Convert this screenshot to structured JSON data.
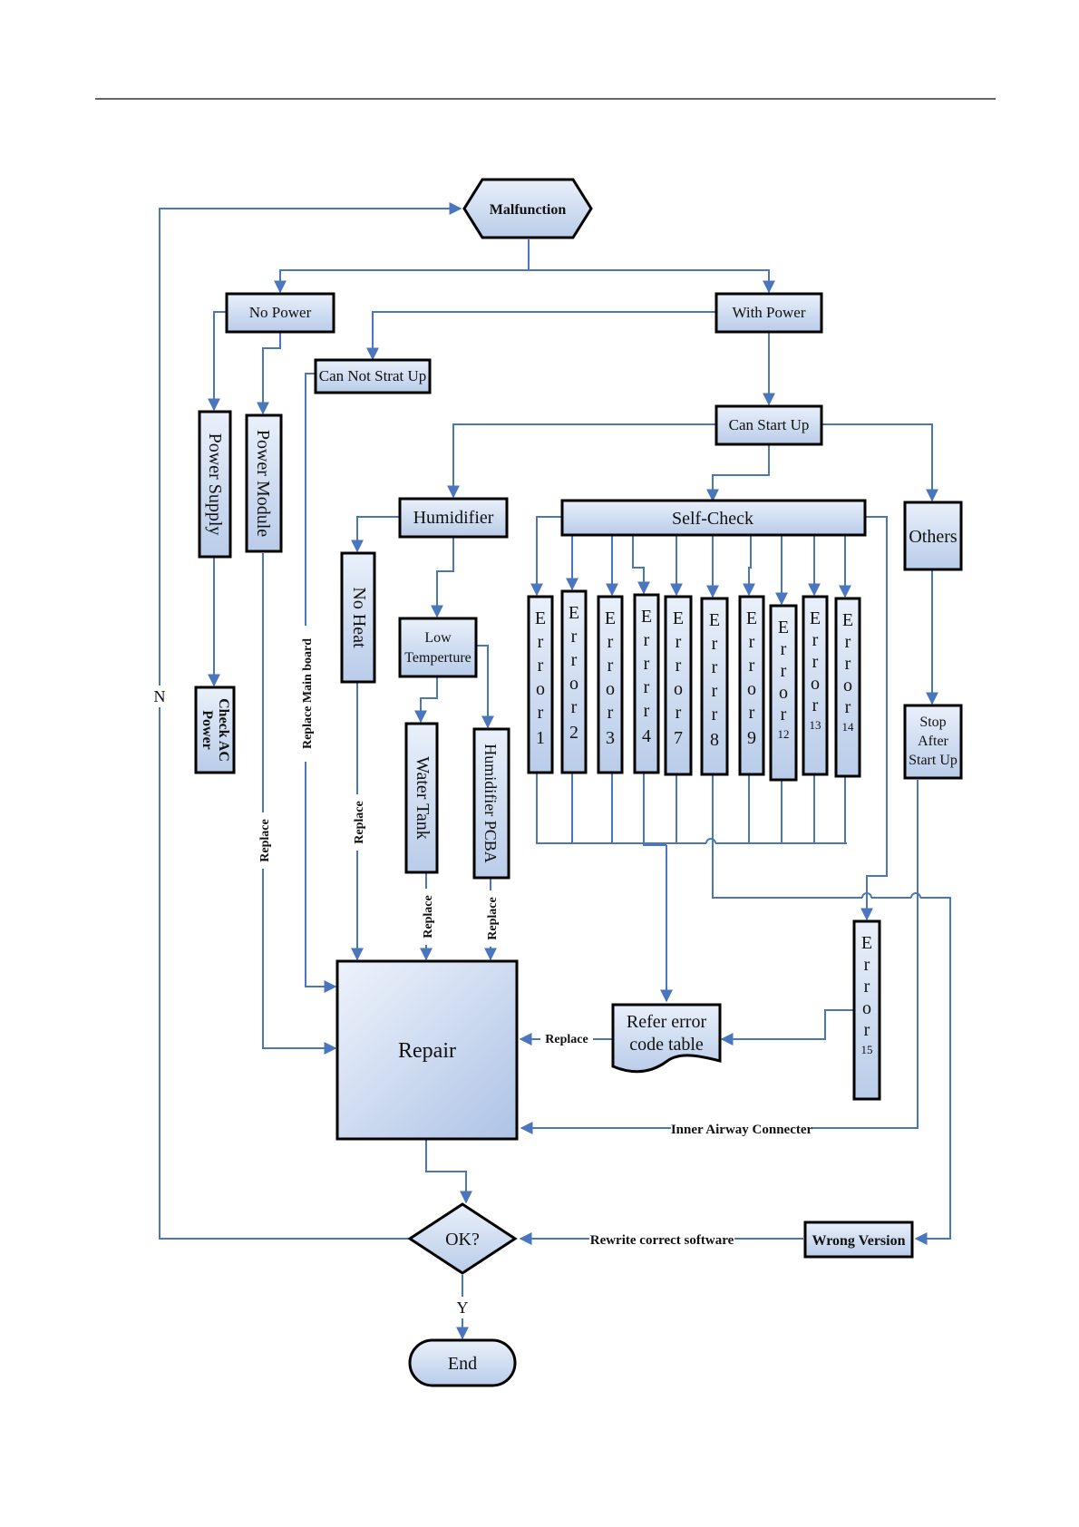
{
  "nodes": {
    "malfunction": "Malfunction",
    "no_power": "No Power",
    "with_power": "With Power",
    "can_not_start_up": "Can Not Strat Up",
    "can_start_up": "Can Start Up",
    "power_supply": "Power Supply",
    "power_module": "Power Module",
    "check_ac_power_line1": "Check AC",
    "check_ac_power_line2": "Power",
    "humidifier": "Humidifier",
    "self_check": "Self-Check",
    "others": "Others",
    "no_heat": "No Heat",
    "low_temperature_line1": "Low",
    "low_temperature_line2": "Temperture",
    "water_tank": "Water Tank",
    "humidifier_pcba": "Humidifier PCBA",
    "stop_after_start_up_line1": "Stop",
    "stop_after_start_up_line2": "After",
    "stop_after_start_up_line3": "Start Up",
    "repair": "Repair",
    "refer_error_line1": "Refer error",
    "refer_error_line2": "code table",
    "ok": "OK?",
    "end": "End",
    "wrong_version": "Wrong Version"
  },
  "errors": [
    {
      "word": "Error",
      "code": "1"
    },
    {
      "word": "Error",
      "code": "2"
    },
    {
      "word": "Error",
      "code": "3"
    },
    {
      "word": "Errrr",
      "code": "4"
    },
    {
      "word": "Error",
      "code": "7"
    },
    {
      "word": "Errrr",
      "code": "8"
    },
    {
      "word": "Error",
      "code": "9"
    },
    {
      "word": "Error",
      "code": "12"
    },
    {
      "word": "Error",
      "code": "13"
    },
    {
      "word": "Error",
      "code": "14"
    }
  ],
  "error15": {
    "word": "Error",
    "code": "15"
  },
  "labels": {
    "replace_main_board": "Replace Main board",
    "replace": "Replace",
    "inner_airway": "Inner Airway Connecter",
    "rewrite": "Rewrite correct software",
    "no": "N",
    "yes": "Y"
  },
  "colors": {
    "line": "#4a76c0",
    "box_light": "#e6eef9",
    "box_dark": "#b6cae9"
  }
}
